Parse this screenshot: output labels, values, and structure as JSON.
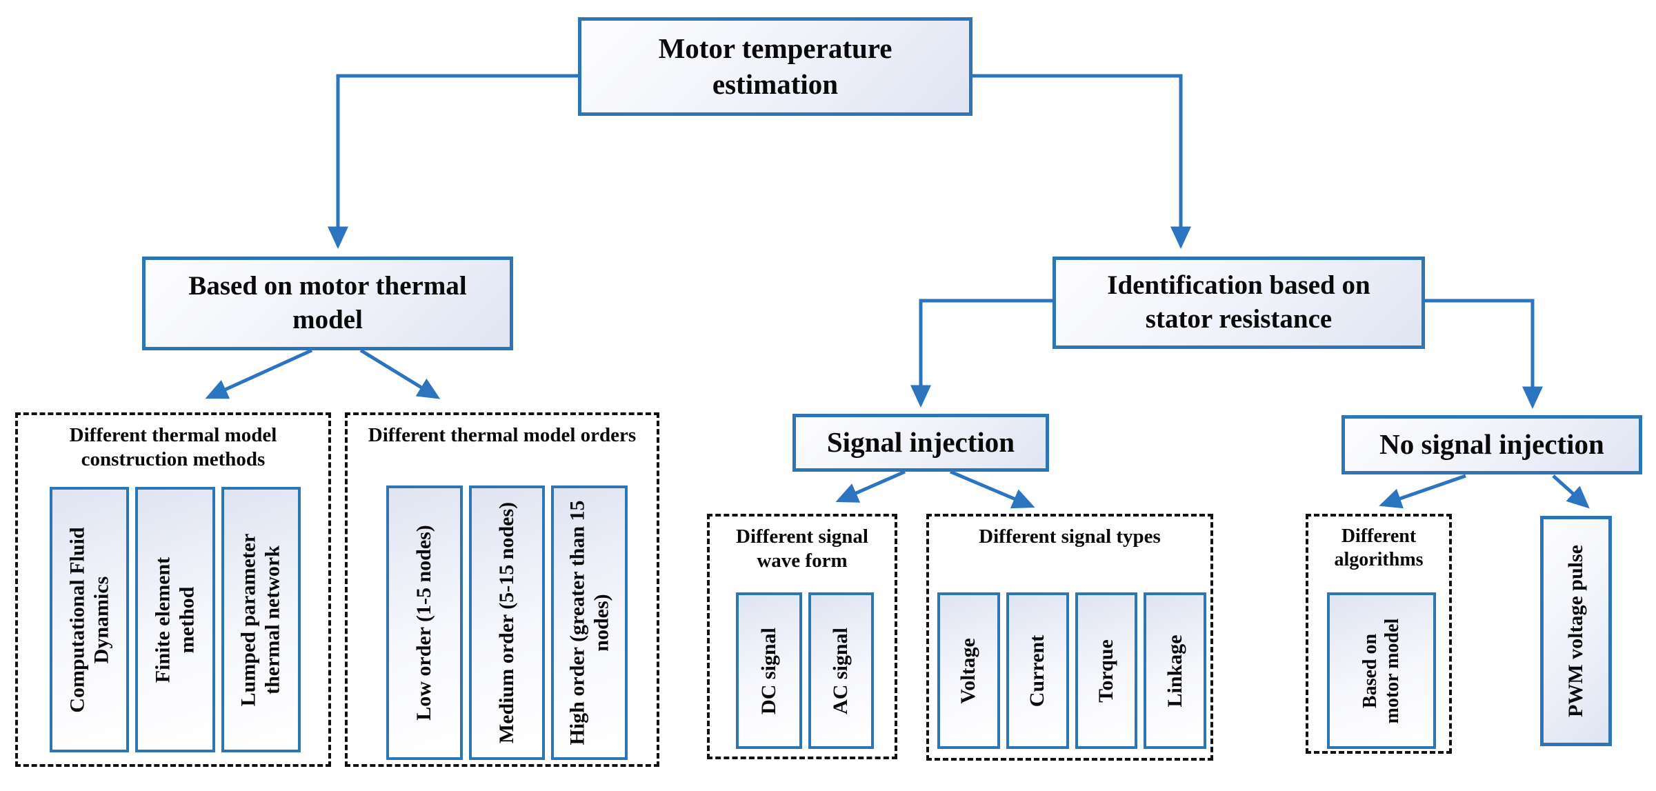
{
  "palette": {
    "accent_blue": "#2e75b6",
    "dash_black": "#111111",
    "box_fill_light": "#e0e5f3"
  },
  "nodes": {
    "root": {
      "label": "Motor temperature estimation"
    },
    "thermal": {
      "label": "Based on motor thermal model"
    },
    "identification": {
      "label": "Identification based on stator resistance"
    },
    "signal_injection": {
      "label": "Signal injection"
    },
    "no_signal_injection": {
      "label": "No signal injection"
    },
    "pwm": {
      "label": "PWM voltage pulse"
    }
  },
  "groups": [
    {
      "title": "Different thermal model construction methods",
      "items": [
        "Computational Fluid Dynamics",
        "Finite element method",
        "Lumped parameter thermal network"
      ]
    },
    {
      "title": "Different thermal model orders",
      "items": [
        "Low order (1-5 nodes)",
        "Medium order (5-15 nodes)",
        "High order (greater than 15 nodes)"
      ]
    },
    {
      "title": "Different signal wave form",
      "items": [
        "DC signal",
        "AC signal"
      ]
    },
    {
      "title": "Different signal types",
      "items": [
        "Voltage",
        "Current",
        "Torque",
        "Linkage"
      ]
    },
    {
      "title": "Different algorithms",
      "items": [
        "Based on motor model"
      ]
    }
  ]
}
